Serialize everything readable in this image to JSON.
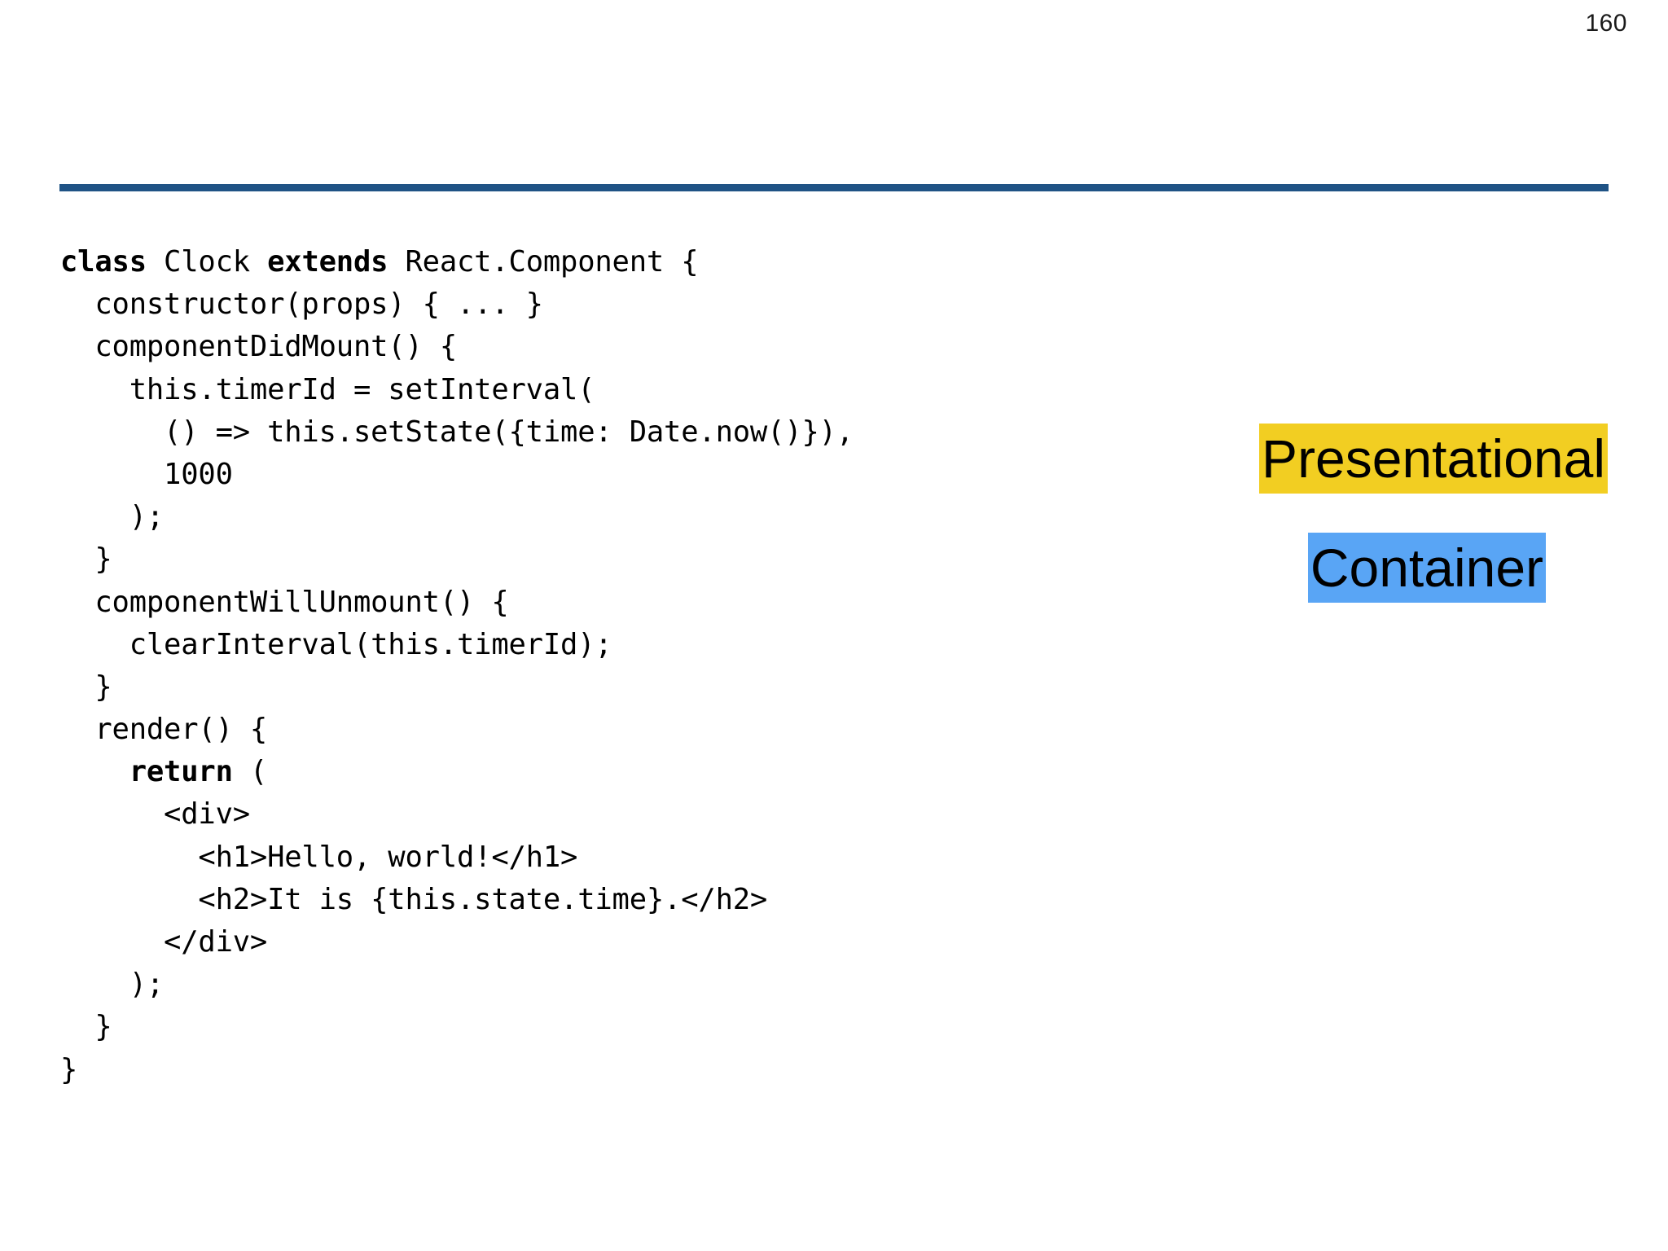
{
  "slide": {
    "page_number": "160",
    "divider_color": "#1F5385",
    "background_color": "#FFFFFF"
  },
  "code": {
    "language": "jsx",
    "lines": [
      {
        "indent": 0,
        "segments": [
          {
            "text": "class ",
            "bold": true
          },
          {
            "text": "Clock ",
            "bold": false
          },
          {
            "text": "extends ",
            "bold": true
          },
          {
            "text": "React.Component {",
            "bold": false
          }
        ]
      },
      {
        "indent": 1,
        "segments": [
          {
            "text": "constructor(props) { ... }",
            "bold": false
          }
        ]
      },
      {
        "indent": 1,
        "segments": [
          {
            "text": "componentDidMount() {",
            "bold": false
          }
        ]
      },
      {
        "indent": 2,
        "segments": [
          {
            "text": "this.timerId = setInterval(",
            "bold": false
          }
        ]
      },
      {
        "indent": 3,
        "segments": [
          {
            "text": "() => this.setState({time: Date.now()}),",
            "bold": false
          }
        ]
      },
      {
        "indent": 3,
        "segments": [
          {
            "text": "1000",
            "bold": false
          }
        ]
      },
      {
        "indent": 2,
        "segments": [
          {
            "text": ");",
            "bold": false
          }
        ]
      },
      {
        "indent": 1,
        "segments": [
          {
            "text": "}",
            "bold": false
          }
        ]
      },
      {
        "indent": 1,
        "segments": [
          {
            "text": "componentWillUnmount() {",
            "bold": false
          }
        ]
      },
      {
        "indent": 2,
        "segments": [
          {
            "text": "clearInterval(this.timerId);",
            "bold": false
          }
        ]
      },
      {
        "indent": 1,
        "segments": [
          {
            "text": "}",
            "bold": false
          }
        ]
      },
      {
        "indent": 1,
        "segments": [
          {
            "text": "render() {",
            "bold": false
          }
        ]
      },
      {
        "indent": 2,
        "segments": [
          {
            "text": "return ",
            "bold": true
          },
          {
            "text": "(",
            "bold": false
          }
        ]
      },
      {
        "indent": 3,
        "segments": [
          {
            "text": "<div>",
            "bold": false
          }
        ]
      },
      {
        "indent": 4,
        "segments": [
          {
            "text": "<h1>Hello, world!</h1>",
            "bold": false
          }
        ]
      },
      {
        "indent": 4,
        "segments": [
          {
            "text": "<h2>It is {this.state.time}.</h2>",
            "bold": false
          }
        ]
      },
      {
        "indent": 3,
        "segments": [
          {
            "text": "</div>",
            "bold": false
          }
        ]
      },
      {
        "indent": 2,
        "segments": [
          {
            "text": ");",
            "bold": false
          }
        ]
      },
      {
        "indent": 1,
        "segments": [
          {
            "text": "}",
            "bold": false
          }
        ]
      },
      {
        "indent": 0,
        "segments": [
          {
            "text": "}",
            "bold": false
          }
        ]
      }
    ]
  },
  "annotations": {
    "presentational": {
      "label": "Presentational",
      "highlight_color": "#F2CE22",
      "text_color": "#000000"
    },
    "container": {
      "label": "Container",
      "highlight_color": "#59A5F5",
      "text_color": "#000000"
    }
  }
}
